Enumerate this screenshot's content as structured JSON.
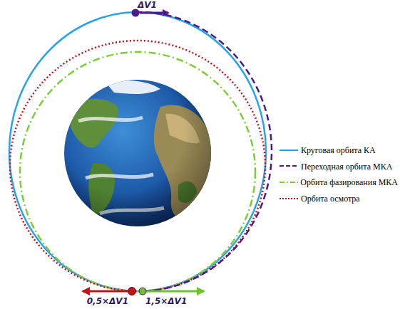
{
  "diagram": {
    "labels": [
      "ΔV1",
      "0,5×ΔV1",
      "1,5×ΔV1"
    ],
    "legend": [
      {
        "text": "Круговая орбита КА"
      },
      {
        "text": "Переходная орбита МКА"
      },
      {
        "text": "Орбита фазирования МКА"
      },
      {
        "text": "Орбита осмотра"
      }
    ]
  }
}
